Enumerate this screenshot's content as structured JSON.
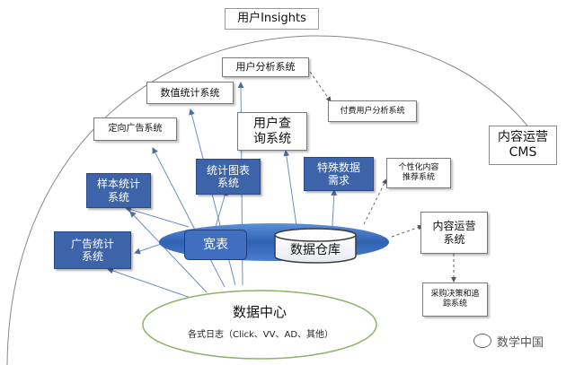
{
  "title": "用户Insights",
  "cms": {
    "line1": "内容运营",
    "line2": "CMS"
  },
  "nodes": {
    "user_analysis": "用户分析系统",
    "numeric_stats": "数值统计系统",
    "targeted_ads": "定向广告系统",
    "user_query": "用户查\n询系统",
    "paid_user_analysis": "付费用户分析系统",
    "sample_stats": "样本统计\n系统",
    "chart_stats": "统计图表\n系统",
    "special_data": "特殊数据\n需求",
    "personalized_rec": "个性化内容\n推荐系统",
    "ad_stats": "广告统计\n系统",
    "content_ops": "内容运营\n系统",
    "procurement": "采购决策和追\n踪系统"
  },
  "hub": {
    "wide_table": "宽表",
    "warehouse": "数据仓库"
  },
  "data_center": {
    "title": "数据中心",
    "subtitle": "各式日志（Click、VV、AD、其他）"
  },
  "watermark": "数学中国"
}
